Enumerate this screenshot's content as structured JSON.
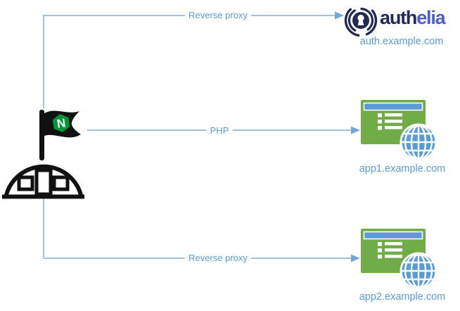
{
  "nodes": {
    "nginx": {
      "flag_letter": "N"
    },
    "authelia": {
      "wordmark_dark": "auth",
      "wordmark_accent": "elia",
      "domain": "auth.example.com"
    },
    "app1": {
      "domain": "app1.example.com"
    },
    "app2": {
      "domain": "app2.example.com"
    }
  },
  "connectors": [
    {
      "label": "Reverse proxy",
      "from": "nginx",
      "to": "auth.example.com"
    },
    {
      "label": "PHP",
      "from": "nginx",
      "to": "app1.example.com"
    },
    {
      "label": "Reverse proxy",
      "from": "nginx",
      "to": "app2.example.com"
    }
  ],
  "colors": {
    "connector_line": "#9DC3E6",
    "connector_arrow": "#74A4D9",
    "label_text": "#5B9BD5",
    "app_green": "#70AD47",
    "app_bar_blue": "#5B9BD5",
    "globe_blue": "#5B9BD5",
    "authelia_navy": "#232B54",
    "authelia_indigo": "#4D5CD3",
    "nginx_green": "#009639"
  }
}
